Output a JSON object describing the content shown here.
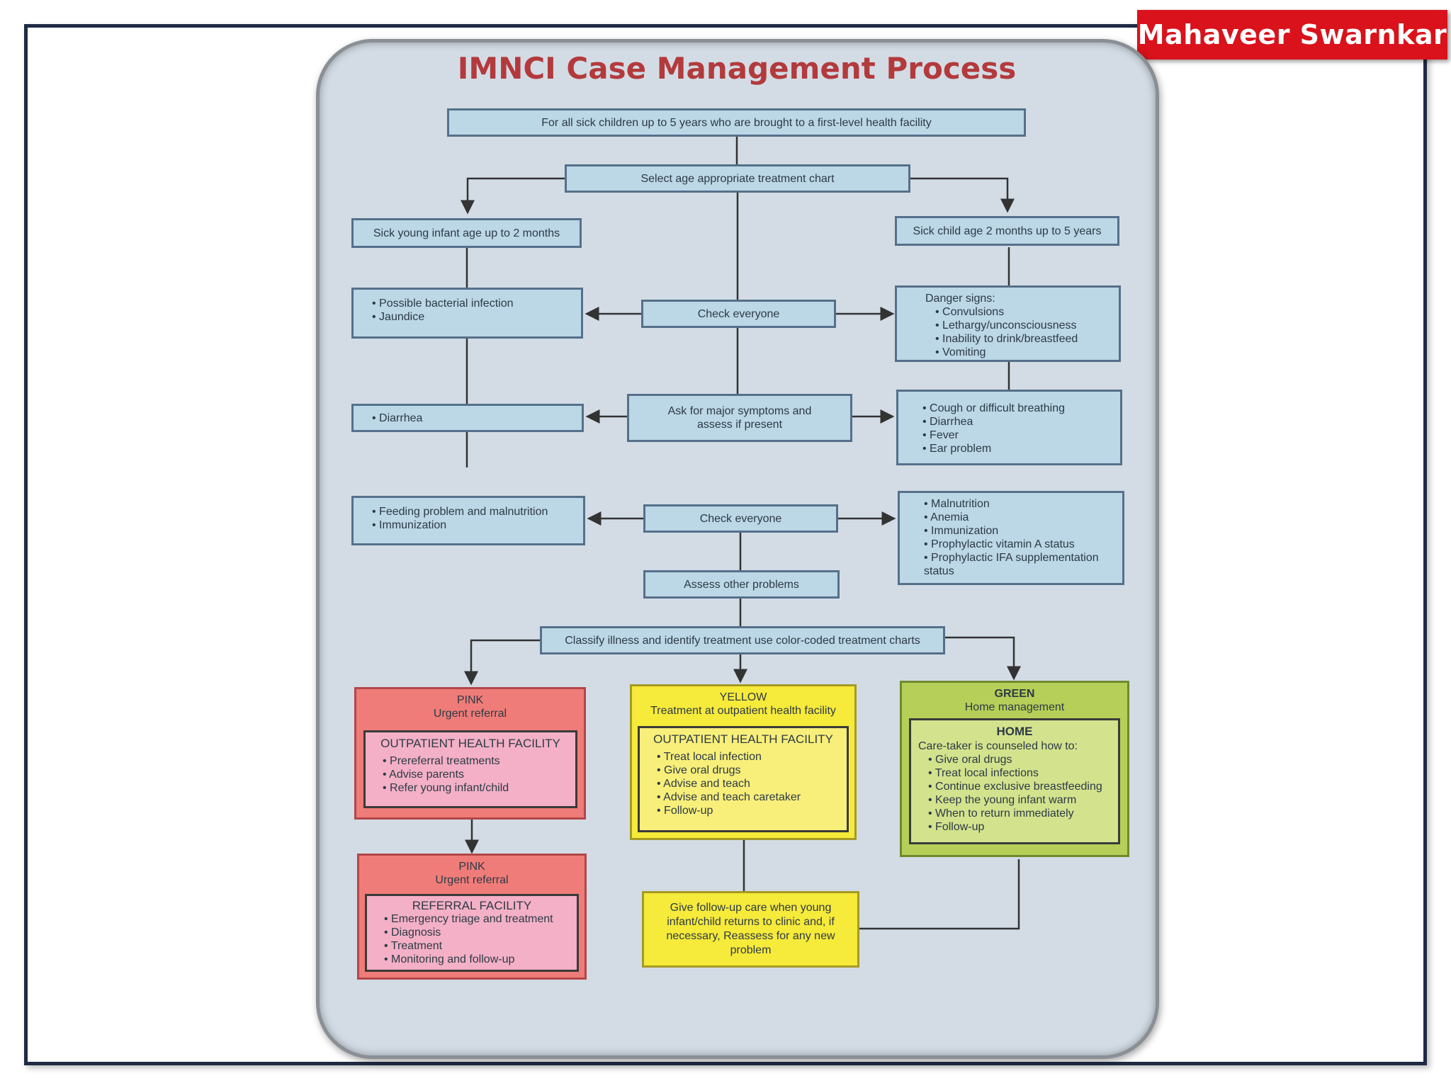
{
  "author": "Mahaveer Swarnkar",
  "title": "IMNCI Case Management Process",
  "top": "For all sick children up to 5 years who are brought to a first-level health facility",
  "select": "Select age appropriate treatment chart",
  "infant": "Sick young infant age up to 2 months",
  "child": "Sick child age 2 months up to 5 years",
  "check1": "Check everyone",
  "infant_check": [
    "Possible bacterial infection",
    "Jaundice"
  ],
  "danger_title": "Danger signs:",
  "danger": [
    "Convulsions",
    "Lethargy/unconsciousness",
    "Inability to drink/breastfeed",
    "Vomiting"
  ],
  "ask": "Ask for major symptoms and assess if present",
  "infant_ask": [
    "Diarrhea"
  ],
  "child_ask": [
    "Cough or difficult breathing",
    "Diarrhea",
    "Fever",
    "Ear problem"
  ],
  "check2": "Check everyone",
  "infant_check2": [
    "Feeding problem and malnutrition",
    "Immunization"
  ],
  "child_check2": [
    "Malnutrition",
    "Anemia",
    "Immunization",
    "Prophylactic vitamin A status",
    "Prophylactic IFA supplementation status"
  ],
  "assess": "Assess other problems",
  "classify": "Classify illness and identify treatment use color-coded treatment charts",
  "pink1": {
    "color": "PINK",
    "sub": "Urgent referral",
    "inner_title": "OUTPATIENT HEALTH FACILITY",
    "items": [
      "Prereferral treatments",
      "Advise parents",
      "Refer young infant/child"
    ]
  },
  "yellow": {
    "color": "YELLOW",
    "sub": "Treatment at outpatient health facility",
    "inner_title": "OUTPATIENT HEALTH FACILITY",
    "items": [
      "Treat local infection",
      "Give oral drugs",
      "Advise and teach",
      "Advise and teach caretaker",
      "Follow-up"
    ]
  },
  "green": {
    "color": "GREEN",
    "sub": "Home management",
    "inner_title": "HOME",
    "intro": "Care-taker is counseled how to:",
    "items": [
      "Give oral drugs",
      "Treat local infections",
      "Continue exclusive breastfeeding",
      "Keep the young infant warm",
      "When to return immediately",
      "Follow-up"
    ]
  },
  "pink2": {
    "color": "PINK",
    "sub": "Urgent referral",
    "inner_title": "REFERRAL FACILITY",
    "items": [
      "Emergency triage and treatment",
      "Diagnosis",
      "Treatment",
      "Monitoring and follow-up"
    ]
  },
  "followup": "Give follow-up care when young infant/child returns to clinic and, if necessary, Reassess for any new problem"
}
